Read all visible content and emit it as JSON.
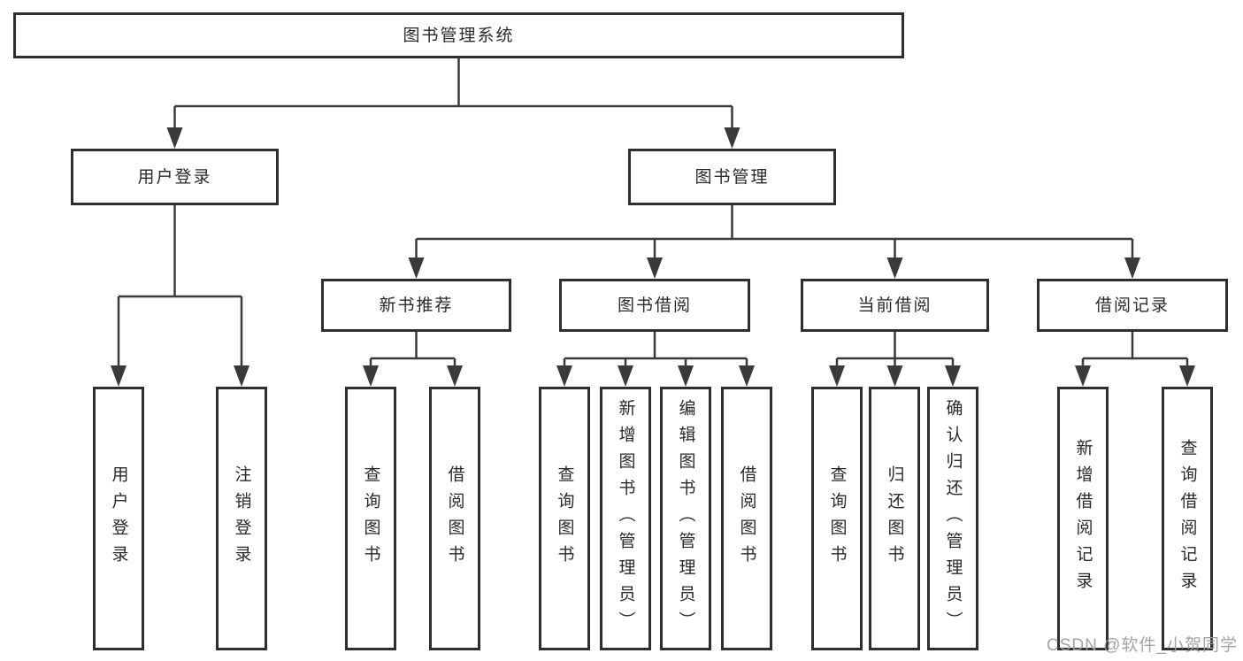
{
  "diagram": {
    "root": "图书管理系统",
    "login": {
      "label": "用户登录",
      "children": [
        "用户登录",
        "注销登录"
      ]
    },
    "management": {
      "label": "图书管理",
      "groups": [
        {
          "label": "新书推荐",
          "children": [
            "查询图书",
            "借阅图书"
          ]
        },
        {
          "label": "图书借阅",
          "children": [
            "查询图书",
            "新增图书（管理员）",
            "编辑图书（管理员）",
            "借阅图书"
          ]
        },
        {
          "label": "当前借阅",
          "children": [
            "查询图书",
            "归还图书",
            "确认归还（管理员）"
          ]
        },
        {
          "label": "借阅记录",
          "children": [
            "新增借阅记录",
            "查询借阅记录"
          ]
        }
      ]
    }
  },
  "watermark": "CSDN @软件_小贺同学",
  "colors": {
    "line": "#3a3a3a",
    "border": "#2e2e2e",
    "text": "#2a2a2a",
    "watermark": "#9e9e9e"
  }
}
